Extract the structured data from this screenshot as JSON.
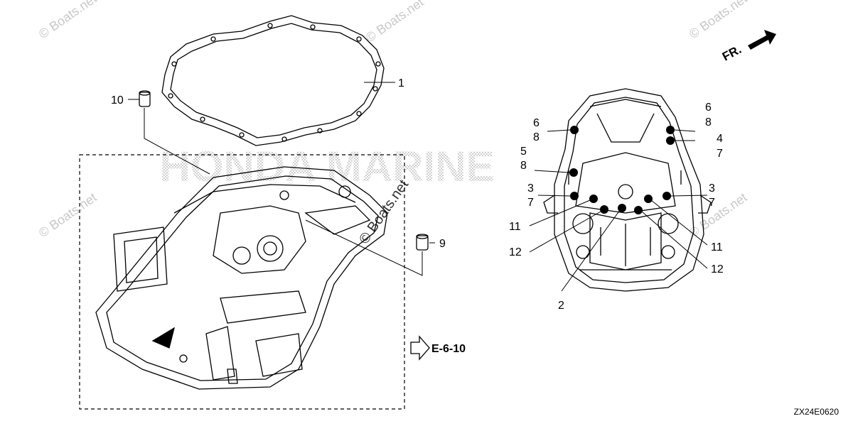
{
  "watermark": {
    "brand_text": "HONDA MARINE",
    "site_text": "© Boats.net",
    "copyright_mark": "©"
  },
  "direction_marker": "FR.",
  "reference": "E-6-10",
  "diagram_code": "ZX24E0620",
  "callouts": {
    "c1": "1",
    "c10": "10",
    "c9": "9",
    "c2": "2",
    "l6": "6",
    "l8a": "8",
    "l5": "5",
    "l8b": "8",
    "l3": "3",
    "l7a": "7",
    "l11": "11",
    "l12": "12",
    "r6": "6",
    "r8a": "8",
    "r4": "4",
    "r7a": "7",
    "r3": "3",
    "r7b": "7",
    "r11": "11",
    "r12": "12"
  },
  "colors": {
    "line": "#000000",
    "watermark": "#c8c8c8"
  }
}
